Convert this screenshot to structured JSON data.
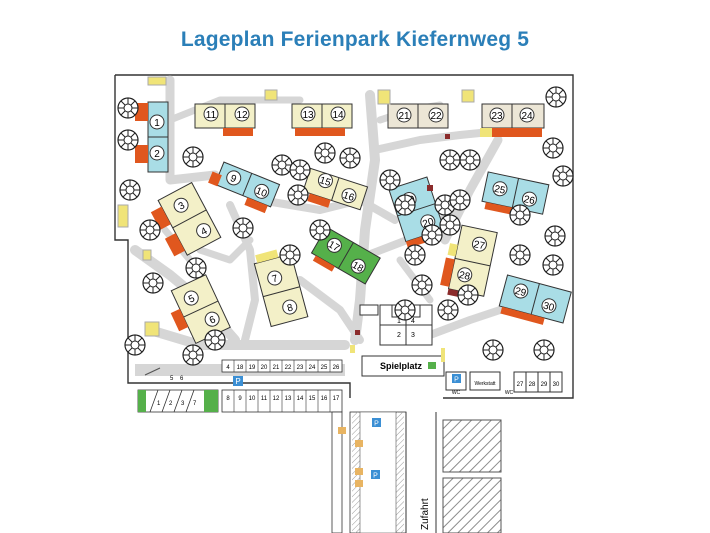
{
  "title": "Lageplan Ferienpark Kiefernweg  5",
  "colors": {
    "path": "#d8d8d8",
    "outline": "#333333",
    "terrace": "#e0571e",
    "blue_house": "#a9dde6",
    "yellow_house": "#f3f0c8",
    "pale_house": "#ece6d6",
    "green_house": "#55b04a",
    "parking_sign": "#3b8fd4",
    "hatch": "#888888"
  },
  "houses": {
    "h1": "1",
    "h2": "2",
    "h3": "3",
    "h4": "4",
    "h5": "5",
    "h6": "6",
    "h7": "7",
    "h8": "8",
    "h9": "9",
    "h10": "10",
    "h11": "11",
    "h12": "12",
    "h13": "13",
    "h14": "14",
    "h15": "15",
    "h16": "16",
    "h17": "17",
    "h18": "18",
    "h19": "19",
    "h20": "20",
    "h21": "21",
    "h22": "22",
    "h23": "23",
    "h24": "24",
    "h25": "25",
    "h26": "26",
    "h27": "27",
    "h28": "28",
    "h29": "29",
    "h30": "30"
  },
  "parking": {
    "upper_row": [
      "4",
      "18",
      "19",
      "20",
      "21",
      "22",
      "23",
      "24",
      "25",
      "26"
    ],
    "lower_row": [
      "8",
      "9",
      "10",
      "11",
      "12",
      "13",
      "14",
      "15",
      "16",
      "17"
    ],
    "left_row": [
      "1",
      "2",
      "3",
      "7"
    ],
    "right_row": [
      "27",
      "28",
      "29",
      "30"
    ],
    "small_left": "5",
    "small_left2": "6",
    "sign": "P"
  },
  "labels": {
    "playground": "Spielplatz",
    "workshop": "Werkstatt",
    "wc_left": "WC",
    "wc_right": "WC",
    "access_road": "Zufahrt"
  },
  "service_building_numbers": [
    "1",
    "2",
    "3",
    "4"
  ]
}
